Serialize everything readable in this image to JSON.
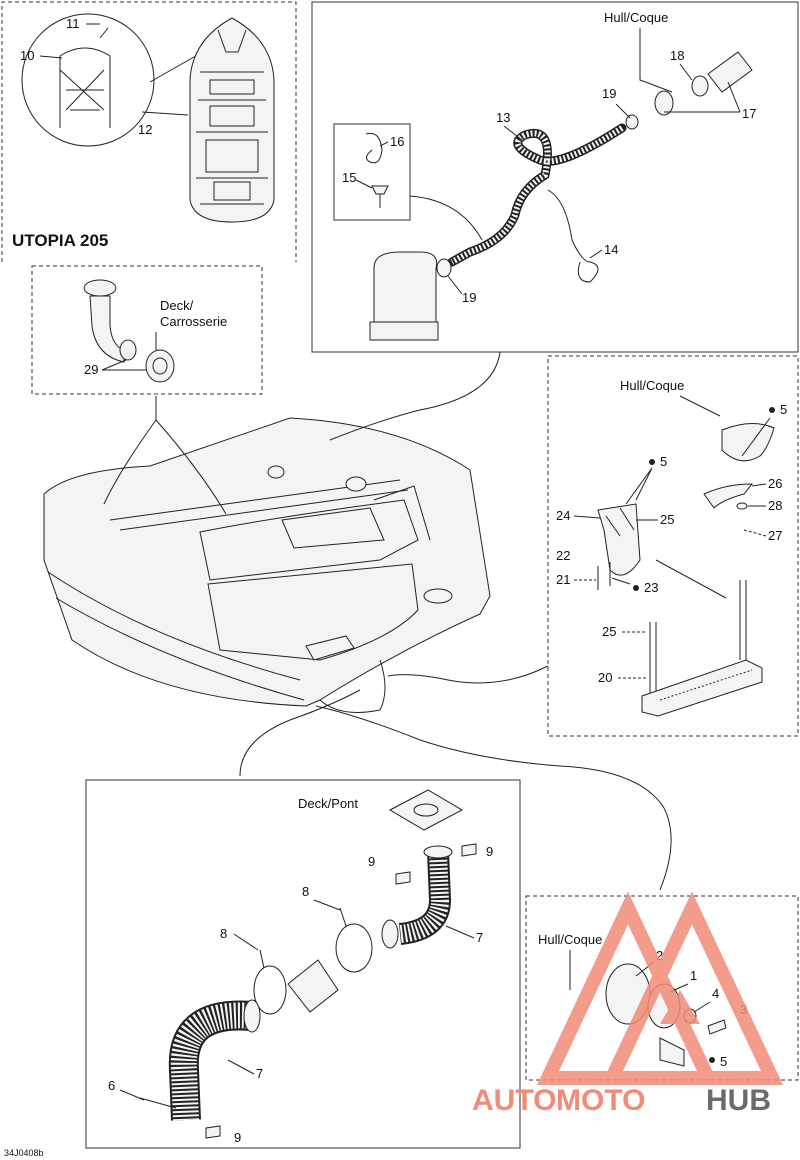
{
  "title": "UTOPIA 205",
  "labels": {
    "hull_coque": "Hull/Coque",
    "deck_carrosserie_1": "Deck/",
    "deck_carrosserie_2": "Carrosserie",
    "deck_pont": "Deck/Pont"
  },
  "parts": {
    "p1": "1",
    "p2": "2",
    "p3": "3",
    "p4": "4",
    "p5": "5",
    "p6": "6",
    "p7": "7",
    "p8": "8",
    "p9": "9",
    "p10": "10",
    "p11": "11",
    "p12": "12",
    "p13": "13",
    "p14": "14",
    "p15": "15",
    "p16": "16",
    "p17": "17",
    "p18": "18",
    "p19": "19",
    "p20": "20",
    "p21": "21",
    "p22": "22",
    "p23": "23",
    "p24": "24",
    "p25": "25",
    "p26": "26",
    "p27": "27",
    "p28": "28",
    "p29": "29"
  },
  "drawing_code": "34J0408b",
  "watermark": {
    "part1": "AUTO",
    "part2": "MOTO",
    "part3": "HUB"
  },
  "colors": {
    "watermark_red": "#f28b78",
    "watermark_gray": "#6b6b6b"
  }
}
